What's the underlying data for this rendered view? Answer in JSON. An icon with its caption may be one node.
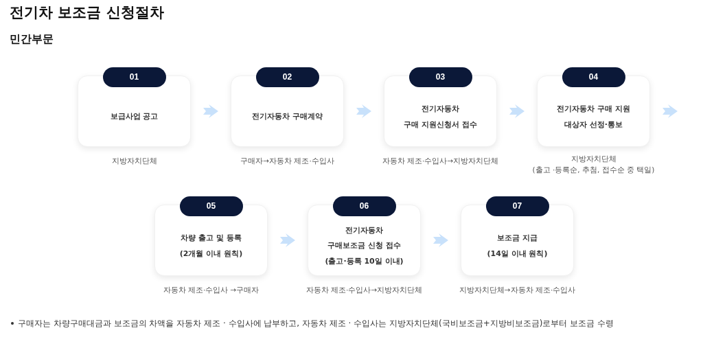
{
  "diagram": {
    "title": "전기차 보조금 신청절차",
    "nodes": [
      {
        "text": [
          "01",
          "보급사업 공고"
        ],
        "beside": [
          "지방자치단체"
        ]
      },
      {
        "text": [
          "02",
          "전기자동차 구매계약"
        ],
        "beside": [
          "구매자→자동차 제조·수입사"
        ]
      },
      {
        "text": [
          "03",
          "전기자동차 구매 지원신청서 접수"
        ],
        "beside": [
          "자동차 제조·수입사→지방자치단체"
        ]
      },
      {
        "text": [
          "04",
          "전기자동차 구매 지원 대상자 선정·통보"
        ],
        "beside": [
          "지방자치단체 (출고 ·등록순, 추첨, 접수순 중 택일)"
        ]
      },
      {
        "text": [
          "05",
          "차량 출고 및 등록 (2개월 이내 원칙)"
        ],
        "beside": [
          "자동차 제조·수입사 →구매자"
        ]
      },
      {
        "text": [
          "06",
          "전기자동차 구매보조금 신청 접수 (출고·등록 10일 이내)"
        ],
        "beside": [
          "자동차 제조·수입사→지방자치단체"
        ]
      },
      {
        "text": [
          "07",
          "보조금 지급 (14일 이내 원칙)"
        ],
        "beside": [
          "지방자치단체→자동차 제조·수입사"
        ]
      }
    ],
    "edges": [
      {
        "from": 0,
        "to": 1,
        "arrow": "to"
      },
      {
        "from": 1,
        "to": 2,
        "arrow": "to"
      },
      {
        "from": 2,
        "to": 3,
        "arrow": "to"
      },
      {
        "from": 3,
        "to": null,
        "arrow": "to"
      },
      {
        "from": 4,
        "to": 5,
        "arrow": "to"
      },
      {
        "from": 5,
        "to": 6,
        "arrow": "to"
      }
    ],
    "labels": [
      "민간부문",
      "구매자는 차량구매대금과 보조금의 차액을 자동차 제조 · 수입사에 납부하고, 자동차 제조 · 수입사는 지방자치단체(국비보조금+지방비보조금)로부터 보조금 수령"
    ]
  }
}
